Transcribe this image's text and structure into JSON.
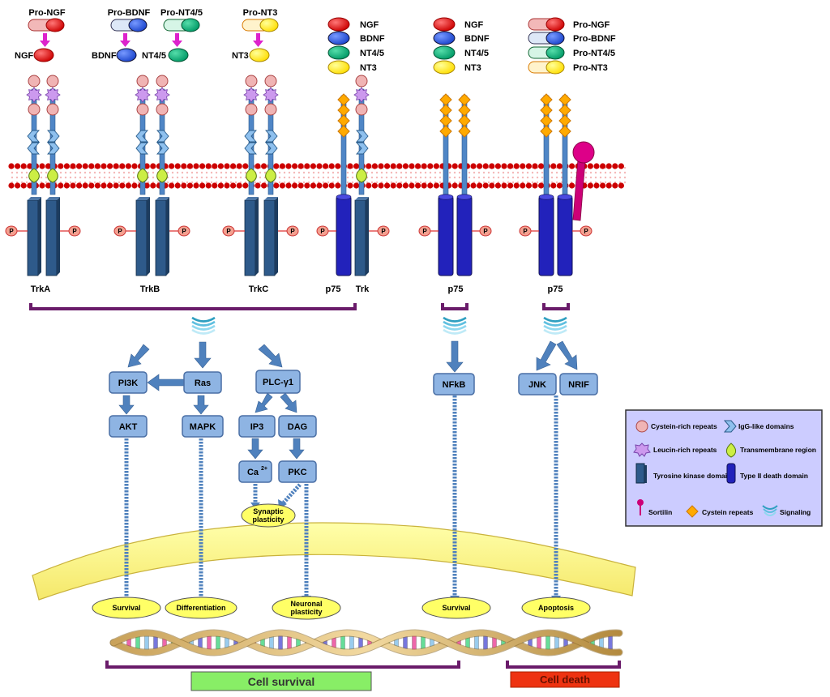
{
  "conversions": [
    {
      "pro": "Pro-NGF",
      "mature": "NGF"
    },
    {
      "pro": "Pro-BDNF",
      "mature": "BDNF"
    },
    {
      "pro": "Pro-NT4/5",
      "mature": "NT4/5"
    },
    {
      "pro": "Pro-NT3",
      "mature": "NT3"
    }
  ],
  "ligand_lists": {
    "mature": [
      "NGF",
      "BDNF",
      "NT4/5",
      "NT3"
    ],
    "pro": [
      "Pro-NGF",
      "Pro-BDNF",
      "Pro-NT4/5",
      "Pro-NT3"
    ]
  },
  "colors": {
    "ngf": "#ee1111",
    "bdnf": "#3366ee",
    "nt45": "#11bb88",
    "nt3": "#ffee00",
    "trk_kinase": "#2e5a8a",
    "p75_death": "#2222bb",
    "sortilin": "#cc0077",
    "bracket": "#6a1b6a",
    "survival_bar": "#88ee66",
    "death_bar": "#ee3311",
    "nucleus": "#ffff99",
    "membrane": "#cc0000"
  },
  "receptors": {
    "trka": "TrkA",
    "trkb": "TrkB",
    "trkc": "TrkC",
    "p75_trk": [
      "p75",
      "Trk"
    ],
    "p75_a": "p75",
    "p75_b": "p75"
  },
  "phospho_label": "P",
  "pathway": {
    "pi3k": "PI3K",
    "ras": "Ras",
    "plc": "PLC-γ1",
    "akt": "AKT",
    "mapk": "MAPK",
    "ip3": "IP3",
    "dag": "DAG",
    "ca": "Ca",
    "ca_sup": "2+",
    "pkc": "PKC",
    "nfkb": "NFkB",
    "jnk": "JNK",
    "nrif": "NRIF"
  },
  "outcomes": {
    "synaptic": [
      "Synaptic",
      "plasticity"
    ],
    "survival1": "Survival",
    "differentiation": "Differentiation",
    "neuronal": [
      "Neuronal",
      "plasticity"
    ],
    "survival2": "Survival",
    "apoptosis": "Apoptosis"
  },
  "fate": {
    "survival": "Cell survival",
    "death": "Cell death"
  },
  "legend": {
    "cysteine_rich": "Cystein-rich repeats",
    "igg": "IgG-like domains",
    "leucine": "Leucin-rich repeats",
    "transmembrane": "Transmembrane region",
    "tyrosine": "Tyrosine kinase domain",
    "death": "Type II death domain",
    "sortilin": "Sortilin",
    "cysteine": "Cystein repeats",
    "signaling": "Signaling"
  }
}
